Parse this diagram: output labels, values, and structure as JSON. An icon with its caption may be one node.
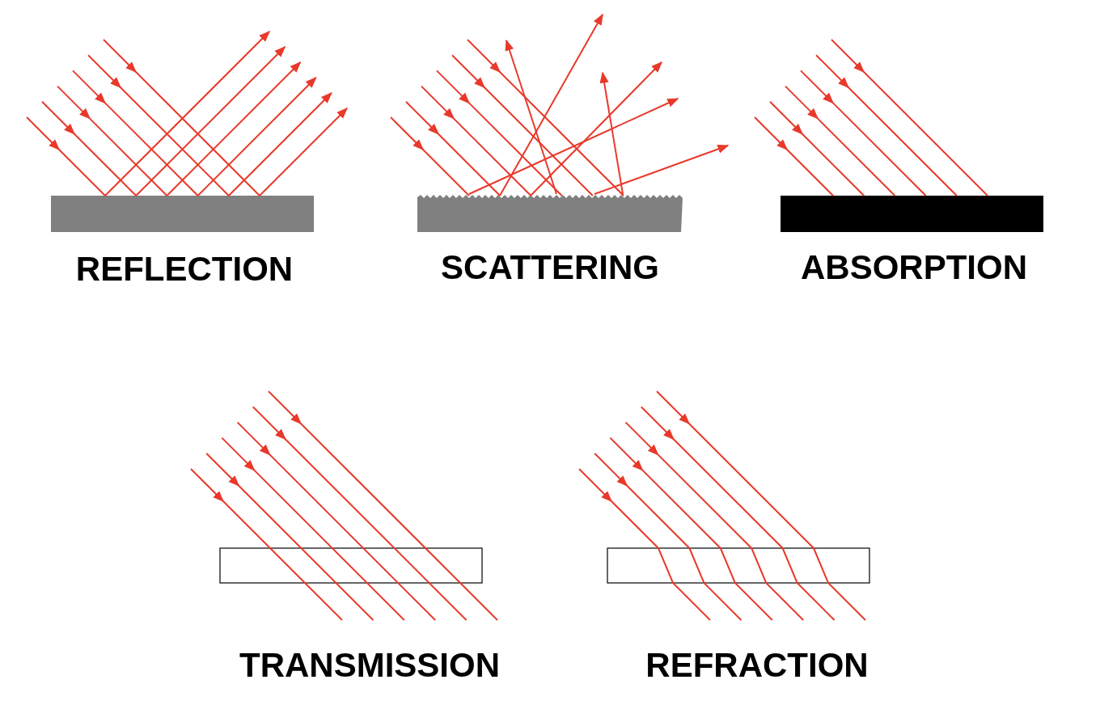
{
  "diagram": {
    "labels": [
      "REFLECTION",
      "SCATTERING",
      "ABSORPTION",
      "TRANSMISSION",
      "REFRACTION"
    ]
  }
}
